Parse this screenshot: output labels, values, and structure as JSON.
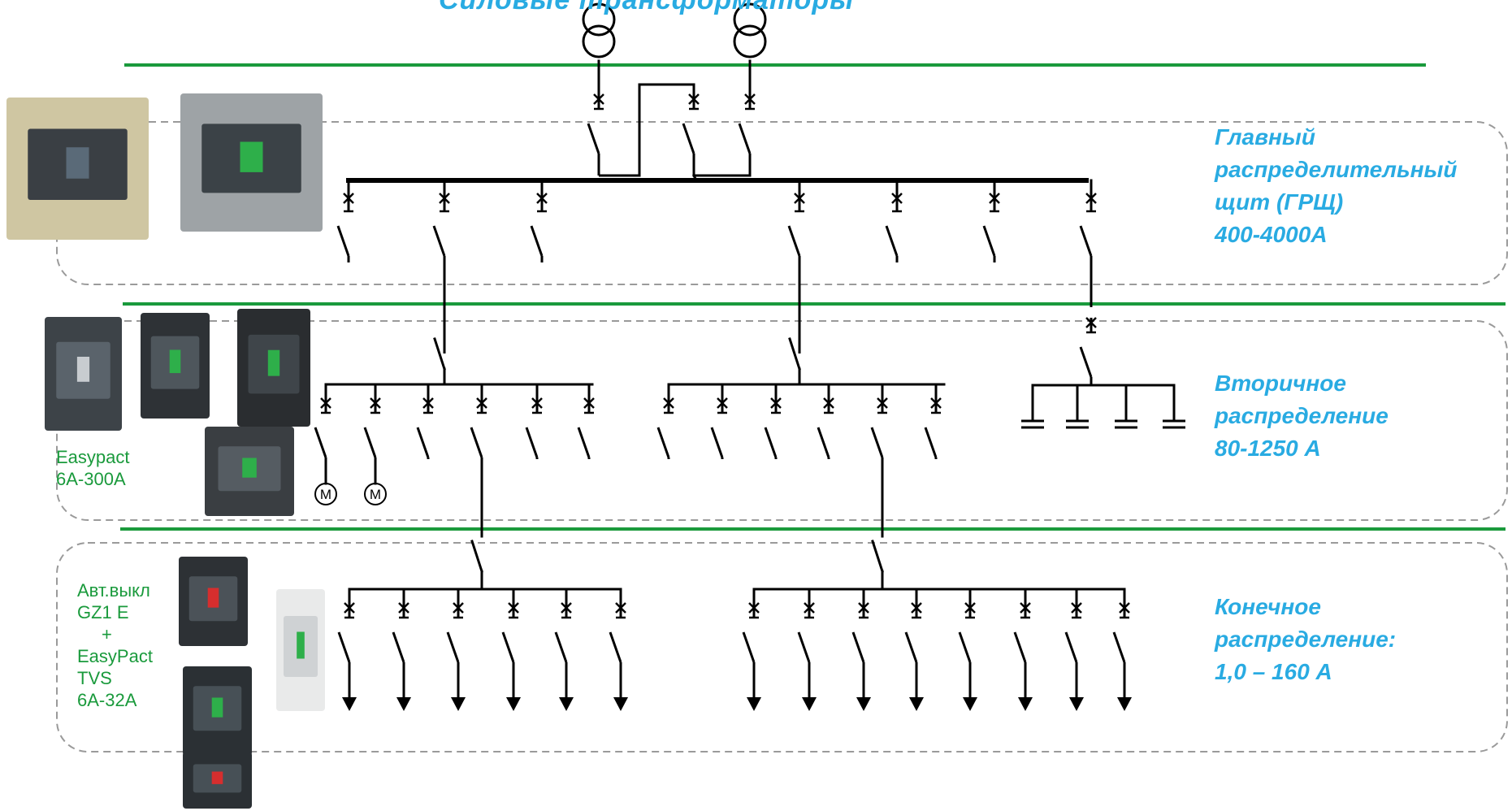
{
  "diagram": {
    "top_title": "Силовые трансформаторы",
    "levels": [
      {
        "id": "main",
        "title": "Главный распределительный щит (ГРЩ)",
        "lines": [
          "Главный",
          "распределительный",
          "щит (ГРЩ)",
          "400-4000А"
        ]
      },
      {
        "id": "secondary",
        "title": "Вторичное распределение",
        "lines": [
          "Вторичное",
          "распределение",
          "80-1250 А"
        ]
      },
      {
        "id": "final",
        "title": "Конечное распределение",
        "lines": [
          "Конечное",
          "распределение:",
          "1,0 – 160 А"
        ]
      }
    ],
    "products": {
      "easypact": [
        "Easypact",
        "6А-300А"
      ],
      "gz1": [
        "Авт.выкл",
        "GZ1 E",
        "+",
        "EasyPact",
        "TVS",
        "6А-32А"
      ]
    },
    "motor_symbol": "M",
    "colors": {
      "level_text": "#29ABE2",
      "product_text": "#1A9A3C",
      "tier_line": "#1A9A3C",
      "dashed_border": "#9A9A9A",
      "wiring": "#000000"
    },
    "icons": [
      "transformer-icon",
      "breaker-icon",
      "motor-icon",
      "capacitor-icon",
      "load-arrow-icon",
      "product-photo-icon"
    ]
  }
}
